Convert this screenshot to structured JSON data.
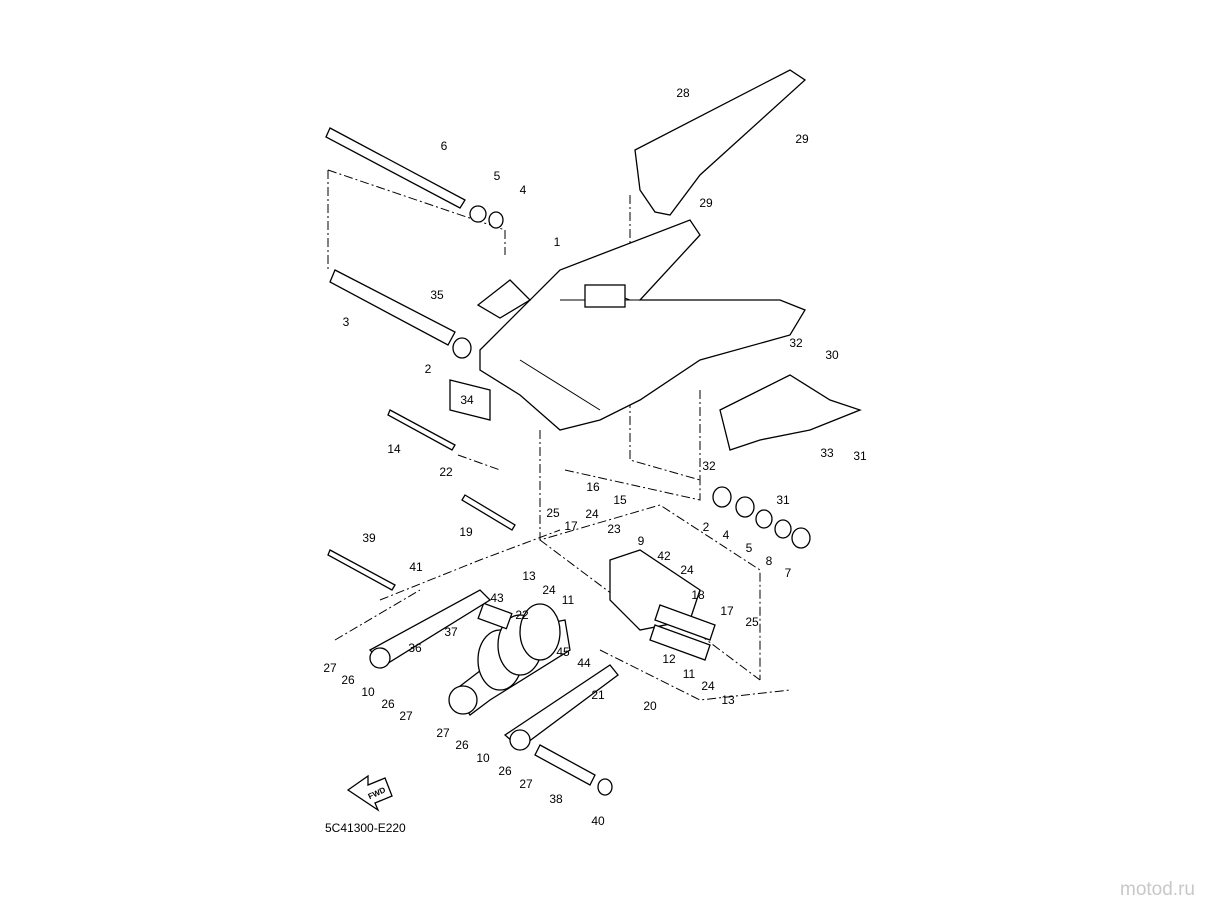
{
  "watermark": "motod.ru",
  "diagram_code": "5C41300-E220",
  "fwd_label": "FWD",
  "callouts": [
    "28",
    "29",
    "29",
    "6",
    "5",
    "4",
    "1",
    "35",
    "3",
    "2",
    "32",
    "30",
    "34",
    "14",
    "22",
    "32",
    "33",
    "31",
    "16",
    "15",
    "31",
    "2",
    "4",
    "5",
    "8",
    "7",
    "19",
    "25",
    "17",
    "24",
    "23",
    "9",
    "39",
    "42",
    "24",
    "41",
    "13",
    "24",
    "11",
    "43",
    "22",
    "18",
    "17",
    "25",
    "37",
    "36",
    "45",
    "44",
    "12",
    "11",
    "24",
    "13",
    "27",
    "26",
    "10",
    "26",
    "27",
    "21",
    "20",
    "27",
    "26",
    "10",
    "26",
    "27",
    "38",
    "40"
  ]
}
